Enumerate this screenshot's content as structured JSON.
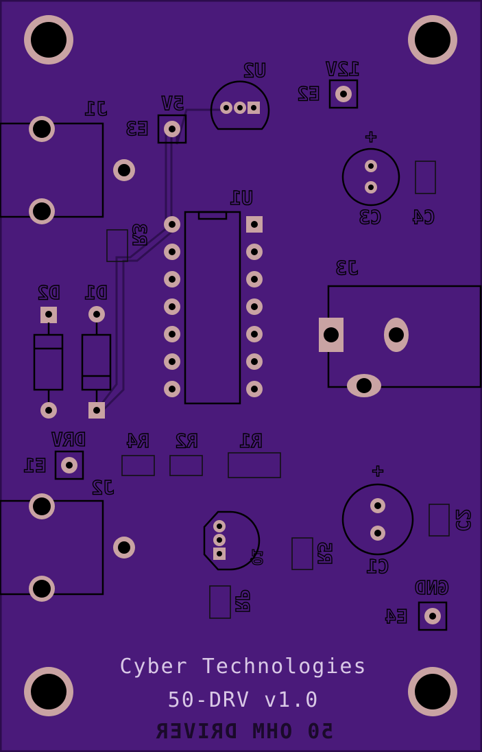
{
  "board": {
    "colors": {
      "board": "#4a1a7a",
      "edge": "#2c0c4c",
      "copper_pad": "#c9a3a3",
      "silkscreen_dark": "#000000",
      "silkscreen_light": "#d9c8e6"
    }
  },
  "labels": {
    "J1": "J1",
    "J2": "J2",
    "J3": "J3",
    "U1": "U1",
    "U2": "U2",
    "Q1": "Q1",
    "E1": "E1",
    "E2": "E2",
    "E3": "E3",
    "E4": "E4",
    "DRV": "DRV",
    "12V": "12V",
    "5V": "5V",
    "GND": "GND",
    "C1": "C1",
    "C2": "C2",
    "C3": "C3",
    "C4": "C4",
    "R1": "R1",
    "R2": "R2",
    "R3": "R3",
    "R4": "R4",
    "R5": "R5",
    "RP": "RP",
    "D1": "D1",
    "D2": "D2",
    "plus_c3": "+",
    "plus_c1": "+"
  },
  "footer": {
    "line1": "Cyber Technologies",
    "line2": "50-DRV  v1.0",
    "line3_mirrored": "50 OHM DRIVER"
  }
}
